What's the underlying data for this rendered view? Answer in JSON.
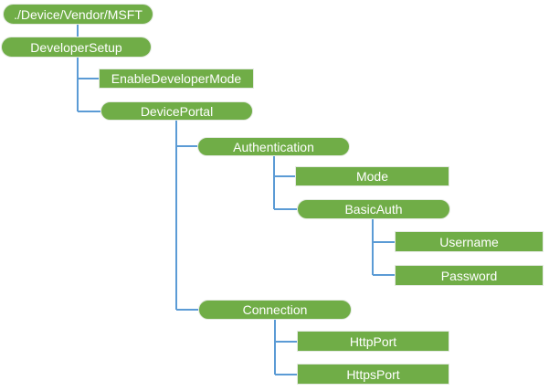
{
  "colors": {
    "node_fill": "#70AD47",
    "node_text": "#FFFFFF",
    "node_border": "#E4EAE2",
    "connector": "#5B9BD5",
    "background": "#FFFFFF"
  },
  "nodes": [
    {
      "label": "./Device/Vendor/MSFT",
      "shape": "pill",
      "parent": null
    },
    {
      "label": "DeveloperSetup",
      "shape": "pill",
      "parent": "./Device/Vendor/MSFT"
    },
    {
      "label": "EnableDeveloperMode",
      "shape": "rect",
      "parent": "DeveloperSetup"
    },
    {
      "label": "DevicePortal",
      "shape": "pill",
      "parent": "DeveloperSetup"
    },
    {
      "label": "Authentication",
      "shape": "pill",
      "parent": "DevicePortal"
    },
    {
      "label": "Mode",
      "shape": "rect",
      "parent": "Authentication"
    },
    {
      "label": "BasicAuth",
      "shape": "pill",
      "parent": "Authentication"
    },
    {
      "label": "Username",
      "shape": "rect",
      "parent": "BasicAuth"
    },
    {
      "label": "Password",
      "shape": "rect",
      "parent": "BasicAuth"
    },
    {
      "label": "Connection",
      "shape": "pill",
      "parent": "DevicePortal"
    },
    {
      "label": "HttpPort",
      "shape": "rect",
      "parent": "Connection"
    },
    {
      "label": "HttpsPort",
      "shape": "rect",
      "parent": "Connection"
    }
  ]
}
